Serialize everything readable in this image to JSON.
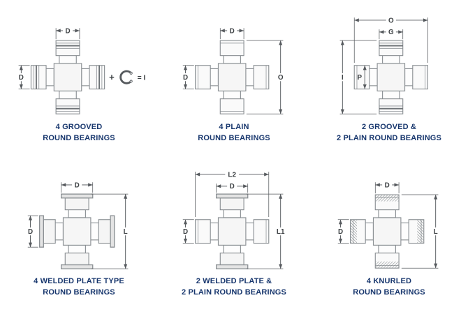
{
  "colors": {
    "caption": "#17366d",
    "line": "#8a8f93",
    "dim": "#55595d",
    "dim_text": "#3c4043"
  },
  "diagrams": [
    {
      "id": "4-grooved-round-bearings",
      "caption": [
        "4 GROOVED",
        "ROUND BEARINGS"
      ],
      "caps": {
        "top": "grooved",
        "right": "grooved",
        "bottom": "grooved",
        "left": "grooved"
      },
      "dims": [
        {
          "pos": "top_cap",
          "label": "D"
        },
        {
          "pos": "left_cap",
          "label": "D"
        }
      ],
      "extra": {
        "plus": "+",
        "equals": "= I"
      }
    },
    {
      "id": "4-plain-round-bearings",
      "caption": [
        "4 PLAIN",
        "ROUND BEARINGS"
      ],
      "caps": {
        "top": "plain",
        "right": "plain",
        "bottom": "plain",
        "left": "plain"
      },
      "dims": [
        {
          "pos": "top_cap",
          "label": "D"
        },
        {
          "pos": "left_cap",
          "label": "D"
        },
        {
          "pos": "right_overall",
          "label": "O"
        }
      ]
    },
    {
      "id": "2-grooved-2-plain-round-bearings",
      "caption": [
        "2 GROOVED &",
        "2 PLAIN ROUND BEARINGS"
      ],
      "caps": {
        "top": "grooved",
        "right": "plain",
        "bottom": "grooved",
        "left": "plain"
      },
      "dims": [
        {
          "pos": "top_overall",
          "label": "O"
        },
        {
          "pos": "top_cap",
          "label": "G"
        },
        {
          "pos": "left_overall",
          "label": "I"
        },
        {
          "pos": "left_cap_inside",
          "label": "P"
        }
      ]
    },
    {
      "id": "4-welded-plate-type-round-bearings",
      "caption": [
        "4 WELDED PLATE TYPE",
        "ROUND BEARINGS"
      ],
      "caps": {
        "top": "welded",
        "right": "welded",
        "bottom": "welded",
        "left": "welded"
      },
      "dims": [
        {
          "pos": "top_cap",
          "label": "D"
        },
        {
          "pos": "left_cap",
          "label": "D"
        },
        {
          "pos": "right_overall",
          "label": "L"
        }
      ]
    },
    {
      "id": "2-welded-plate-2-plain-round-bearings",
      "caption": [
        "2 WELDED PLATE &",
        "2 PLAIN ROUND BEARINGS"
      ],
      "caps": {
        "top": "welded",
        "right": "plain",
        "bottom": "welded",
        "left": "plain"
      },
      "dims": [
        {
          "pos": "top_overall",
          "label": "L2"
        },
        {
          "pos": "top_cap",
          "label": "D"
        },
        {
          "pos": "left_cap",
          "label": "D"
        },
        {
          "pos": "right_overall",
          "label": "L1"
        }
      ]
    },
    {
      "id": "4-knurled-round-bearings",
      "caption": [
        "4 KNURLED",
        "ROUND BEARINGS"
      ],
      "caps": {
        "top": "knurled",
        "right": "knurled",
        "bottom": "knurled",
        "left": "knurled"
      },
      "dims": [
        {
          "pos": "top_cap",
          "label": "D"
        },
        {
          "pos": "left_cap",
          "label": "D"
        },
        {
          "pos": "right_overall",
          "label": "L"
        }
      ]
    }
  ]
}
